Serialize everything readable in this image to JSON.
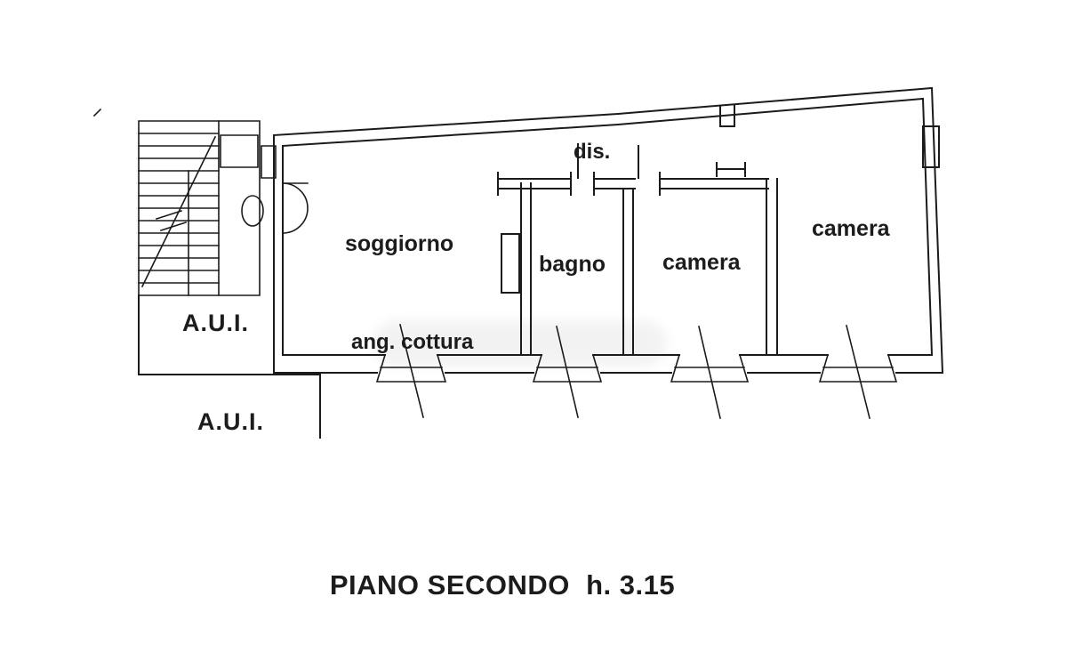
{
  "title": "PIANO SECONDO  h. 3.15",
  "labels": {
    "dis": "dis.",
    "soggiorno": "soggiorno",
    "ang_cottura": "ang. cottura",
    "bagno": "bagno",
    "camera_center": "camera",
    "camera_right": "camera",
    "aui_upper": "A.U.I.",
    "aui_lower": "A.U.I."
  },
  "colors": {
    "line": "#1b1b1b",
    "text": "#1c1c1c",
    "background": "#ffffff"
  }
}
